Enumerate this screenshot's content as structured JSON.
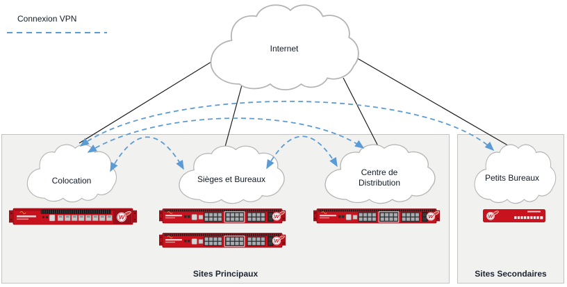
{
  "legend": {
    "label": "Connexion VPN",
    "line_style": "dashed",
    "color": "#5b9bd5"
  },
  "internet_cloud": {
    "label": "Internet"
  },
  "zones": [
    {
      "id": "sites-principaux",
      "label": "Sites Principaux"
    },
    {
      "id": "sites-secondaires",
      "label": "Sites Secondaires"
    }
  ],
  "sites": [
    {
      "id": "colocation",
      "label": "Colocation",
      "zone": "sites-principaux",
      "appliance_count": 1,
      "appliance_type": "rack-firewall-large"
    },
    {
      "id": "sieges-et-bureaux",
      "label": "Sièges et Bureaux",
      "zone": "sites-principaux",
      "appliance_count": 2,
      "appliance_type": "rack-firewall"
    },
    {
      "id": "centre-de-distribution",
      "label_lines": [
        "Centre de",
        "Distribution"
      ],
      "zone": "sites-principaux",
      "appliance_count": 1,
      "appliance_type": "rack-firewall"
    },
    {
      "id": "petits-bureaux",
      "label": "Petits Bureaux",
      "zone": "sites-secondaires",
      "appliance_count": 1,
      "appliance_type": "desktop-firewall"
    }
  ],
  "internet_links": [
    "colocation",
    "sieges-et-bureaux",
    "centre-de-distribution",
    "petits-bureaux"
  ],
  "vpn_connections": [
    {
      "from": "colocation",
      "to": "petits-bureaux"
    },
    {
      "from": "colocation",
      "to": "centre-de-distribution"
    },
    {
      "from": "colocation",
      "to": "sieges-et-bureaux"
    },
    {
      "from": "sieges-et-bureaux",
      "to": "centre-de-distribution"
    }
  ],
  "colors": {
    "vpn_blue": "#5b9bd5",
    "internet_line": "#1c1c1c",
    "appliance_red": "#c8121e",
    "zone_fill": "#f1f1f0",
    "zone_border": "#c2c2c2",
    "cloud_stroke": "#b3b3b3",
    "text": "#121a26"
  }
}
